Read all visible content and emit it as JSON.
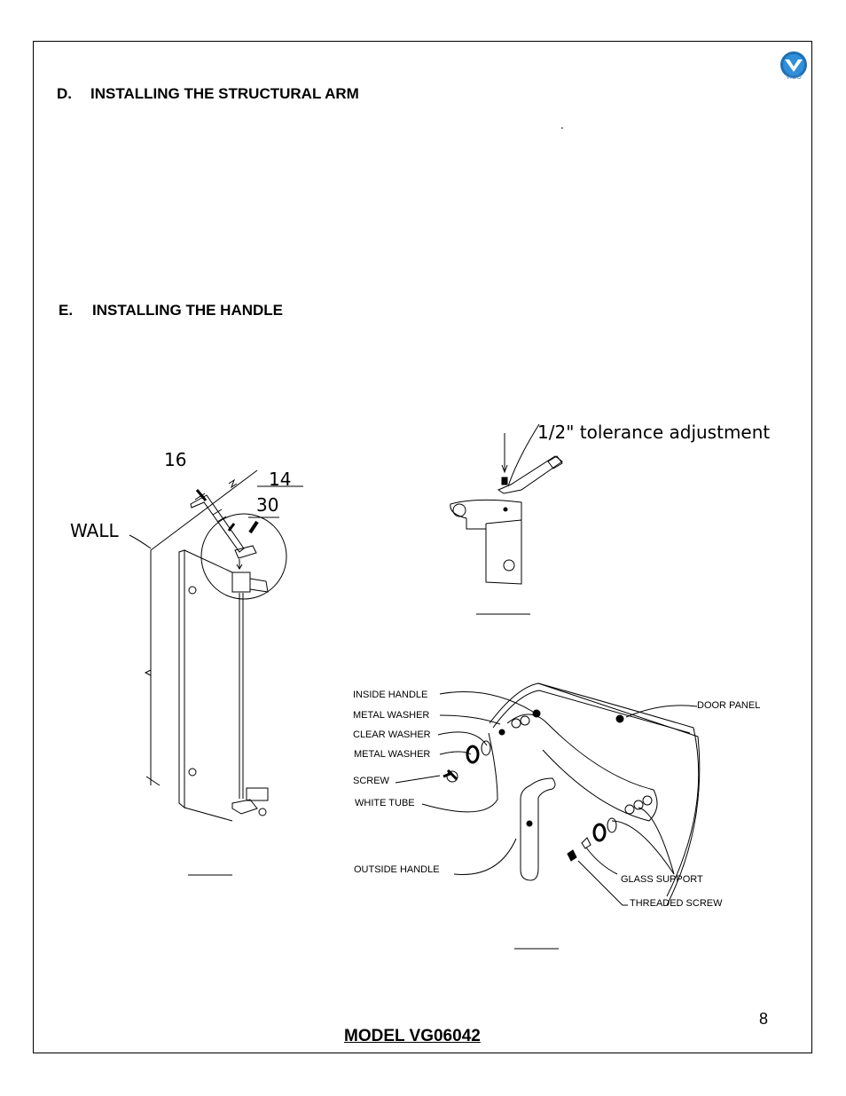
{
  "sections": {
    "d": {
      "letter": "D.",
      "title": "INSTALLING THE STRUCTURAL ARM"
    },
    "e": {
      "letter": "E.",
      "title": "INSTALLING THE HANDLE"
    }
  },
  "stray_mark": ".",
  "logo": {
    "text": "VIGO",
    "color": "#1f6fb5",
    "icon": "vigo-logo-icon"
  },
  "arm_figure": {
    "callouts": [
      "16",
      "14",
      "30"
    ],
    "wall_label": "WALL"
  },
  "bracket_figure": {
    "tolerance_label": "1/2\" tolerance adjustment"
  },
  "handle_figure": {
    "labels": {
      "inside_handle": "INSIDE HANDLE",
      "metal_washer_1": "METAL WASHER",
      "clear_washer": "CLEAR WASHER",
      "metal_washer_2": "METAL WASHER",
      "screw": "SCREW",
      "white_tube": "WHITE TUBE",
      "outside_handle": "OUTSIDE HANDLE",
      "door_panel": "DOOR PANEL",
      "glass_support": "GLASS SUPPORT",
      "threaded_screw": "THREADED SCREW"
    }
  },
  "footer": {
    "page_number": "8",
    "model": "MODEL VG06042"
  }
}
